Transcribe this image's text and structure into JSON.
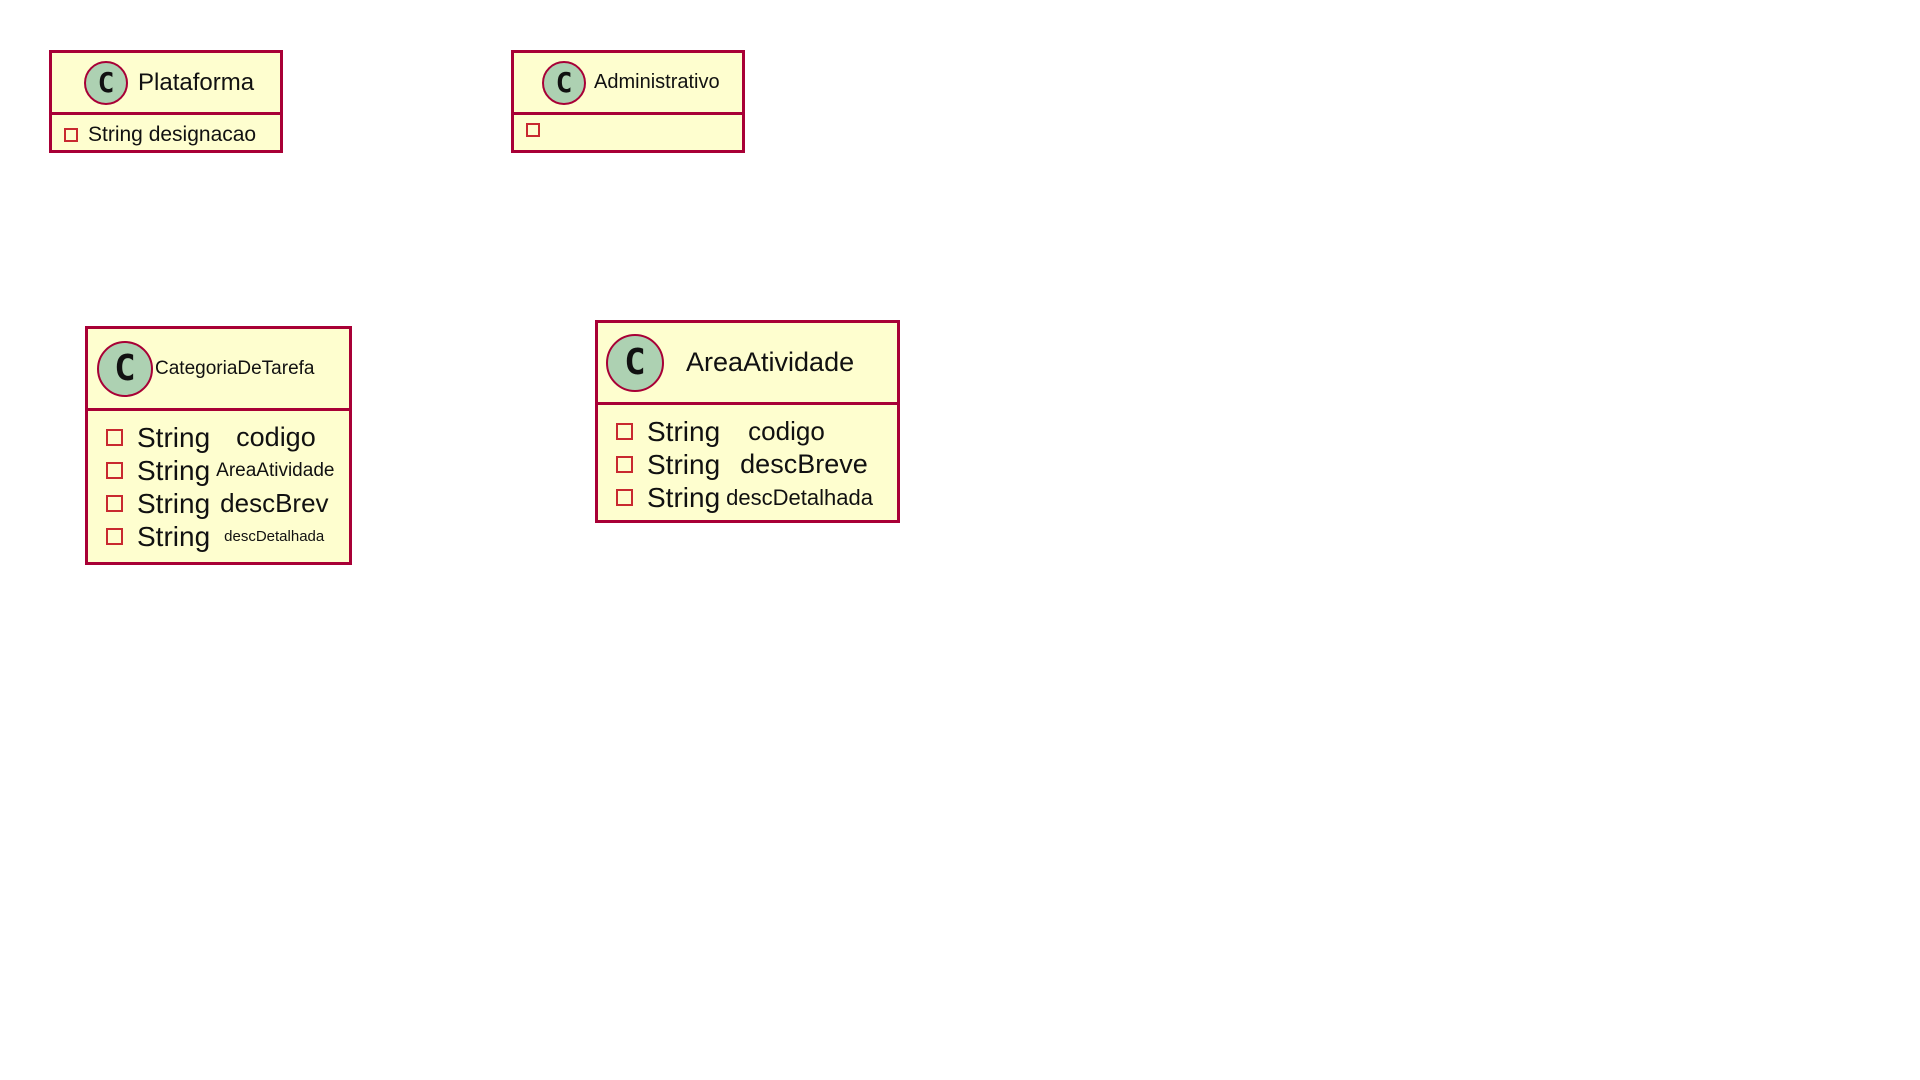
{
  "classes": {
    "plataforma": {
      "name": "Plataforma",
      "icon_letter": "C",
      "attributes": [
        {
          "type": "String designacao",
          "name": ""
        }
      ]
    },
    "administrativo": {
      "name": "Administrativo",
      "icon_letter": "C",
      "attributes": []
    },
    "categoria": {
      "name": "CategoriaDeTarefa",
      "icon_letter": "C",
      "attributes": [
        {
          "type": "String",
          "name": "codigo"
        },
        {
          "type": "String",
          "name": "AreaAtividade"
        },
        {
          "type": "String",
          "name": "descBrev"
        },
        {
          "type": "String",
          "name": "descDetalhada"
        }
      ]
    },
    "area": {
      "name": "AreaAtividade",
      "icon_letter": "C",
      "attributes": [
        {
          "type": "String",
          "name": "codigo"
        },
        {
          "type": "String",
          "name": "descBreve"
        },
        {
          "type": "String",
          "name": "descDetalhada"
        }
      ]
    }
  },
  "colors": {
    "box_fill": "#fefecf",
    "box_border": "#a80036",
    "icon_fill": "#add1b2",
    "visibility_icon": "#c82930"
  },
  "icons": {
    "class_icon": "class-c-icon",
    "visibility_icon": "private-square-icon"
  }
}
